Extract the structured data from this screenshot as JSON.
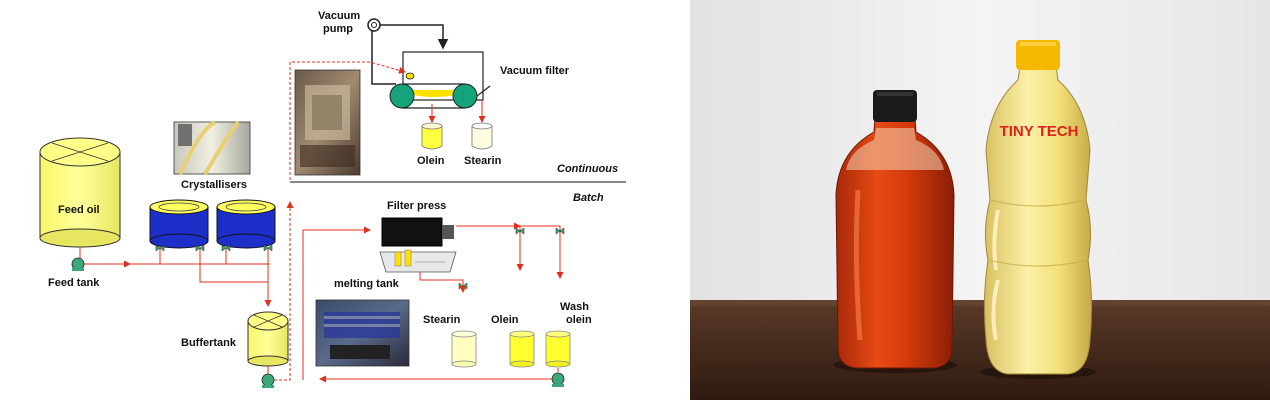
{
  "diagram": {
    "labels": {
      "vacuum_pump": [
        "Vacuum",
        "pump"
      ],
      "vacuum_filter": "Vacuum filter",
      "olein_top": "Olein",
      "stearin_top": "Stearin",
      "continuous": "Continuous",
      "batch": "Batch",
      "crystallisers": "Crystallisers",
      "feed_oil": "Feed oil",
      "feed_tank": "Feed tank",
      "filter_press": "Filter press",
      "melting_tank": "melting tank",
      "stearin_bottom": "Stearin",
      "olein_bottom": "Olein",
      "wash_olein": [
        "Wash",
        "olein"
      ],
      "buffertank": "Buffertank"
    },
    "colors": {
      "pipe": "#e0301e",
      "tank_yellow": "#ffff80",
      "crystalliser_blue": "#1c2fc8",
      "filter_drum_green": "#14a37a",
      "pump_green": "#3aa87a",
      "separator_gray": "#888888"
    }
  },
  "photo": {
    "bottle_brand_label": "TINY TECH",
    "colors": {
      "wall": "#eeeeee",
      "table": "#4a2d1f",
      "red_oil": "#d93a10",
      "clear_oil": "#f3e58a",
      "cap_black": "#1b1b1b",
      "cap_yellow": "#f5b800"
    }
  }
}
